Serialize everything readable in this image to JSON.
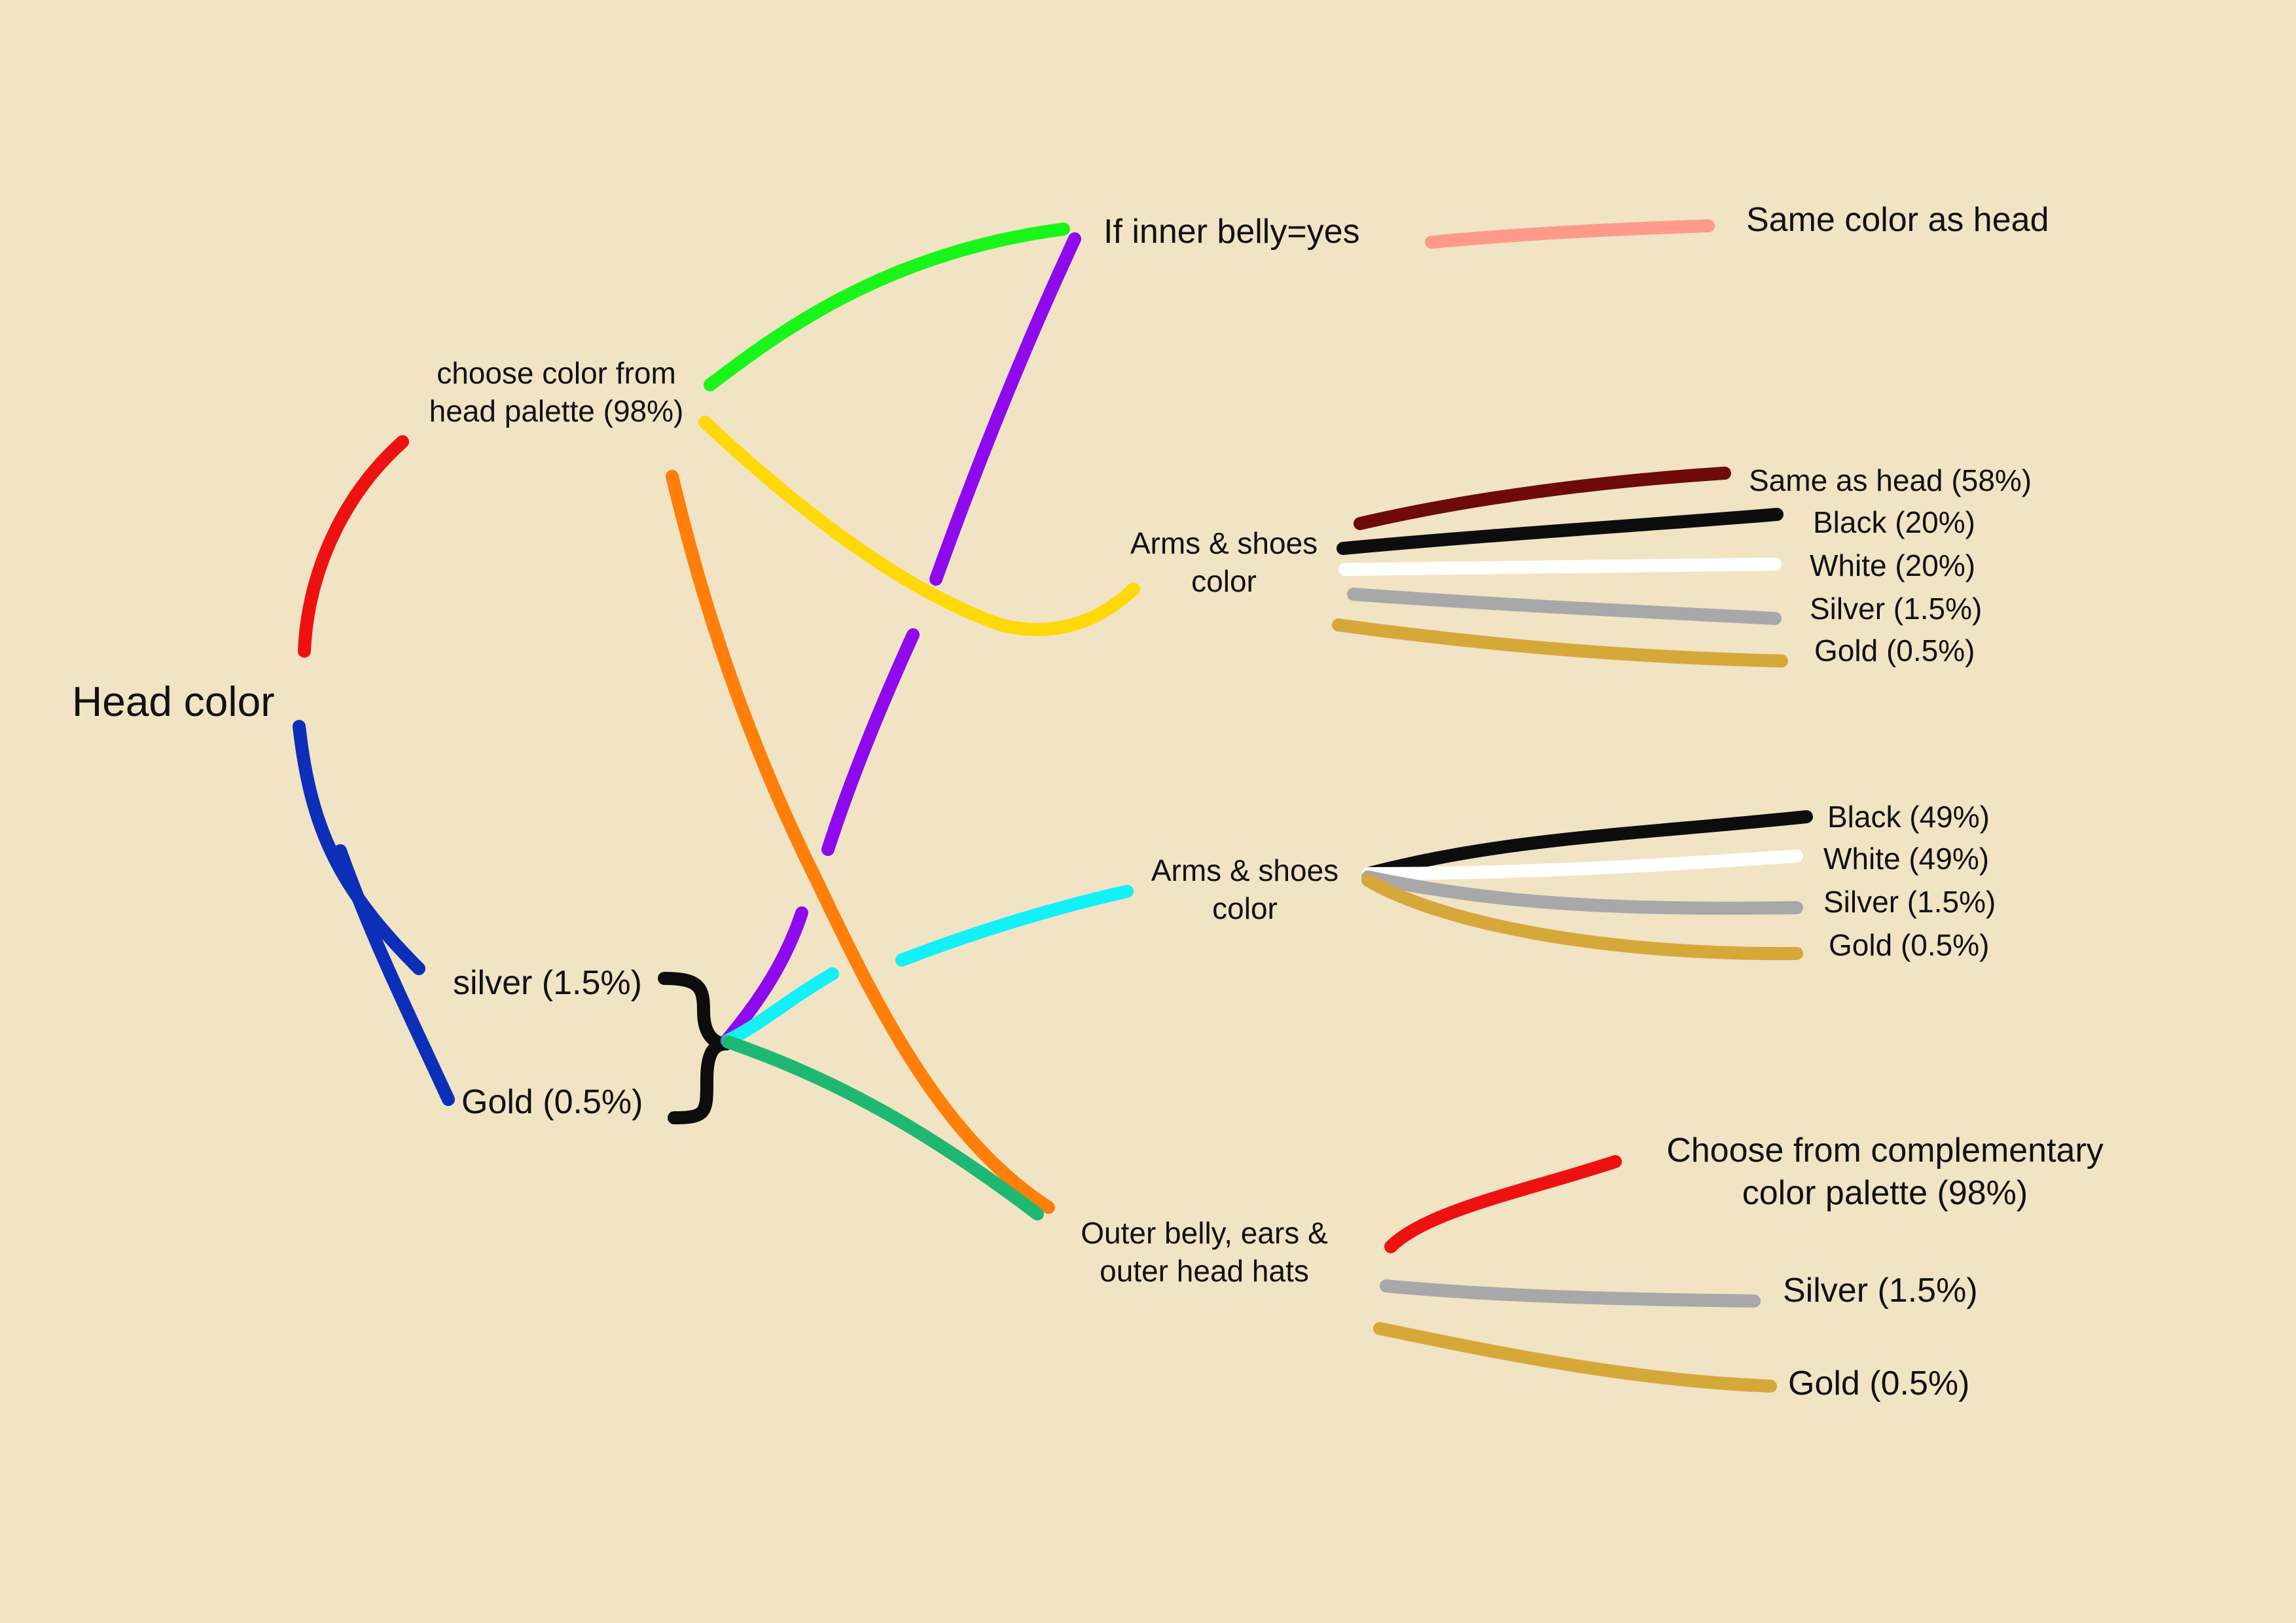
{
  "root": {
    "label": "Head color"
  },
  "head_palette": {
    "label_line1": "choose color from",
    "label_line2": "head palette (98%)"
  },
  "head_silver": {
    "label": "silver (1.5%)"
  },
  "head_gold": {
    "label": "Gold (0.5%)"
  },
  "inner_belly": {
    "label": "If inner belly=yes",
    "option": "Same color as head"
  },
  "arms_shoes_palette": {
    "label_line1": "Arms & shoes",
    "label_line2": "color",
    "options": [
      "Same as head (58%)",
      "Black (20%)",
      "White (20%)",
      "Silver (1.5%)",
      "Gold (0.5%)"
    ]
  },
  "arms_shoes_metal": {
    "label_line1": "Arms & shoes",
    "label_line2": "color",
    "options": [
      "Black (49%)",
      "White (49%)",
      "Silver (1.5%)",
      "Gold (0.5%)"
    ]
  },
  "outer_belly": {
    "label_line1": "Outer belly, ears &",
    "label_line2": "outer head hats",
    "options": [
      "Choose from complementary",
      "color palette (98%)",
      "Silver (1.5%)",
      "Gold (0.5%)"
    ]
  },
  "colors": {
    "background": "#f1e4c4",
    "red": "#ee1111",
    "blue": "#0b2fb8",
    "green": "#19f519",
    "yellow": "#ffd80a",
    "orange": "#ff7f0a",
    "purple": "#8e0aec",
    "cyan": "#14f0f8",
    "teal": "#1fb873",
    "salmon": "#ff9a8a",
    "maroon": "#6e0a0a",
    "black": "#0d0d0d",
    "white": "#ffffff",
    "silver": "#a8a8a8",
    "gold": "#d6a83a"
  }
}
